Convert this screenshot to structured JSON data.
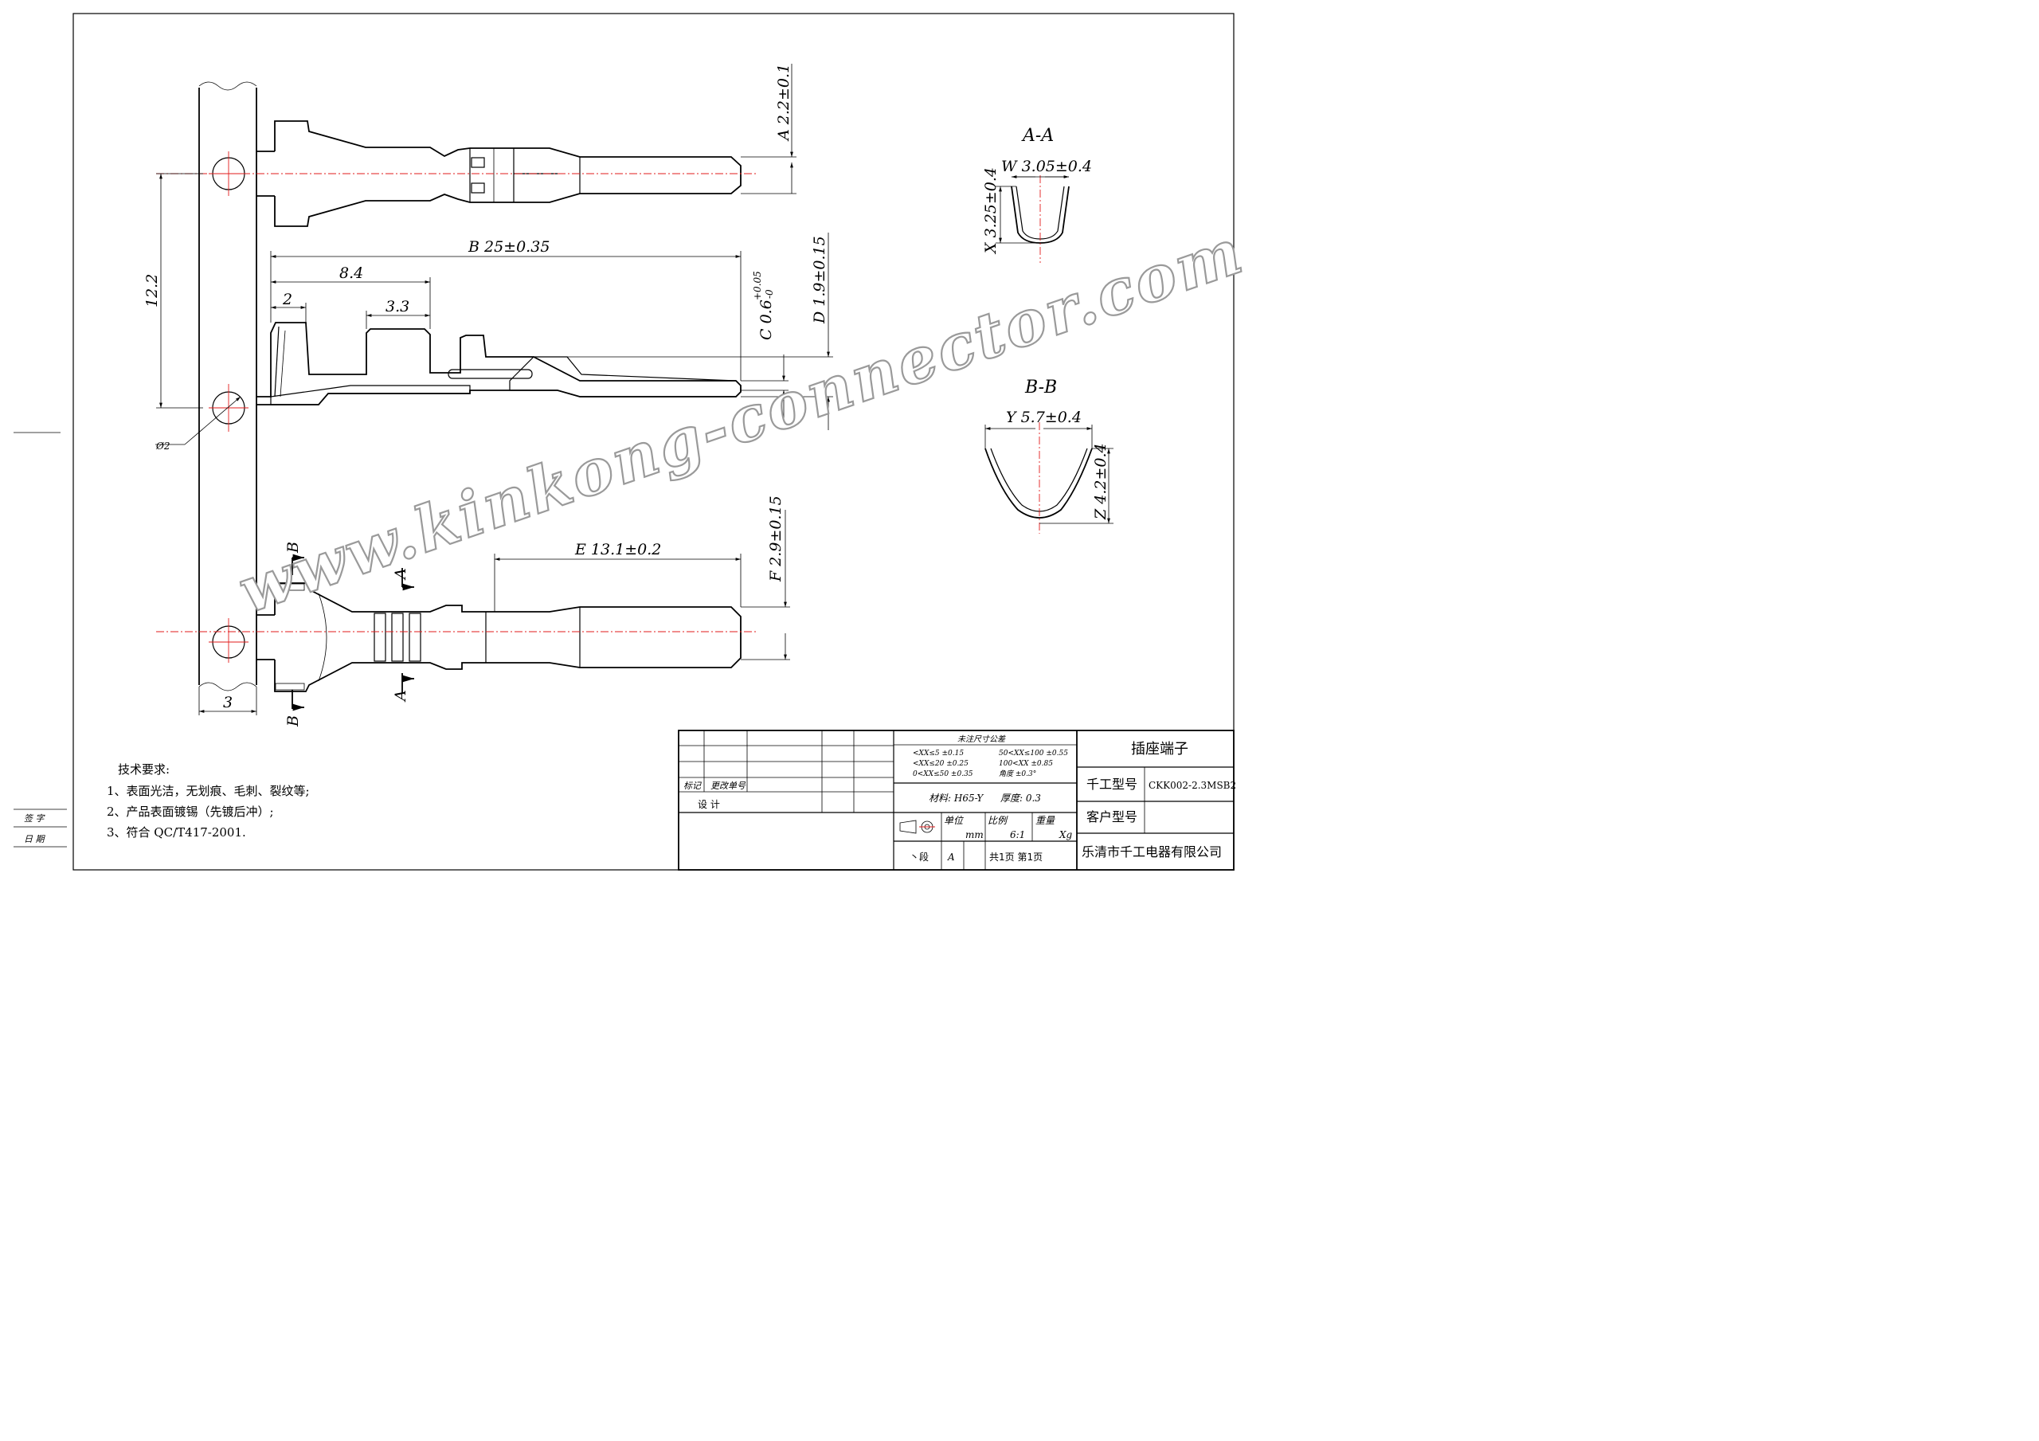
{
  "watermark": "www.kinkong-connector.com",
  "dimensions": {
    "A": "A  2.2±0.1",
    "B": "B  25±0.35",
    "C": "C  0.6",
    "C_tol_upper": "+0.05",
    "C_tol_lower": "-0",
    "D": "D  1.9±0.15",
    "E": "E  13.1±0.2",
    "F": "F  2.9±0.15",
    "pitch": "12.2",
    "hole": "Ø2",
    "strip_width": "3",
    "len_8_4": "8.4",
    "len_2": "2",
    "len_3_3": "3.3"
  },
  "sections": {
    "aa_title": "A-A",
    "aa_w": "W 3.05±0.4",
    "aa_x": "X 3.25±0.4",
    "bb_title": "B-B",
    "bb_y": "Y 5.7±0.4",
    "bb_z": "Z 4.2±0.4",
    "marker_a": "A",
    "marker_b": "B"
  },
  "notes": {
    "title": "技术要求:",
    "items": [
      "1、表面光洁，无划痕、毛刺、裂纹等;",
      "2、产品表面镀锡（先镀后冲）;",
      "3、符合 QC/T417-2001."
    ]
  },
  "side_labels": {
    "signature": "签    字",
    "date": "日    期"
  },
  "title_block": {
    "mark": "标记",
    "change_no": "更改单号",
    "design": "设  计",
    "tolerance_title": "未注尺寸公差",
    "tol_left": [
      "<XX≤5    ±0.15",
      "<XX≤20    ±0.25",
      "0<XX≤50   ±0.35"
    ],
    "tol_right": [
      "50<XX≤100   ±0.55",
      "100<XX      ±0.85",
      "角度       ±0.3°"
    ],
    "material": "材料: H65-Y",
    "thickness": "厚度: 0.3",
    "unit_label": "单位",
    "unit": "mm",
    "scale_label": "比例",
    "scale": "6:1",
    "weight_label": "重量",
    "weight": "Xg",
    "stage_label": "丶段",
    "stage": "A",
    "pages": "共1页  第1页",
    "product_name": "插座端子",
    "model_label": "千工型号",
    "model": "CKK002-2.3MSB2",
    "customer_label": "客户型号",
    "company": "乐清市千工电器有限公司"
  }
}
